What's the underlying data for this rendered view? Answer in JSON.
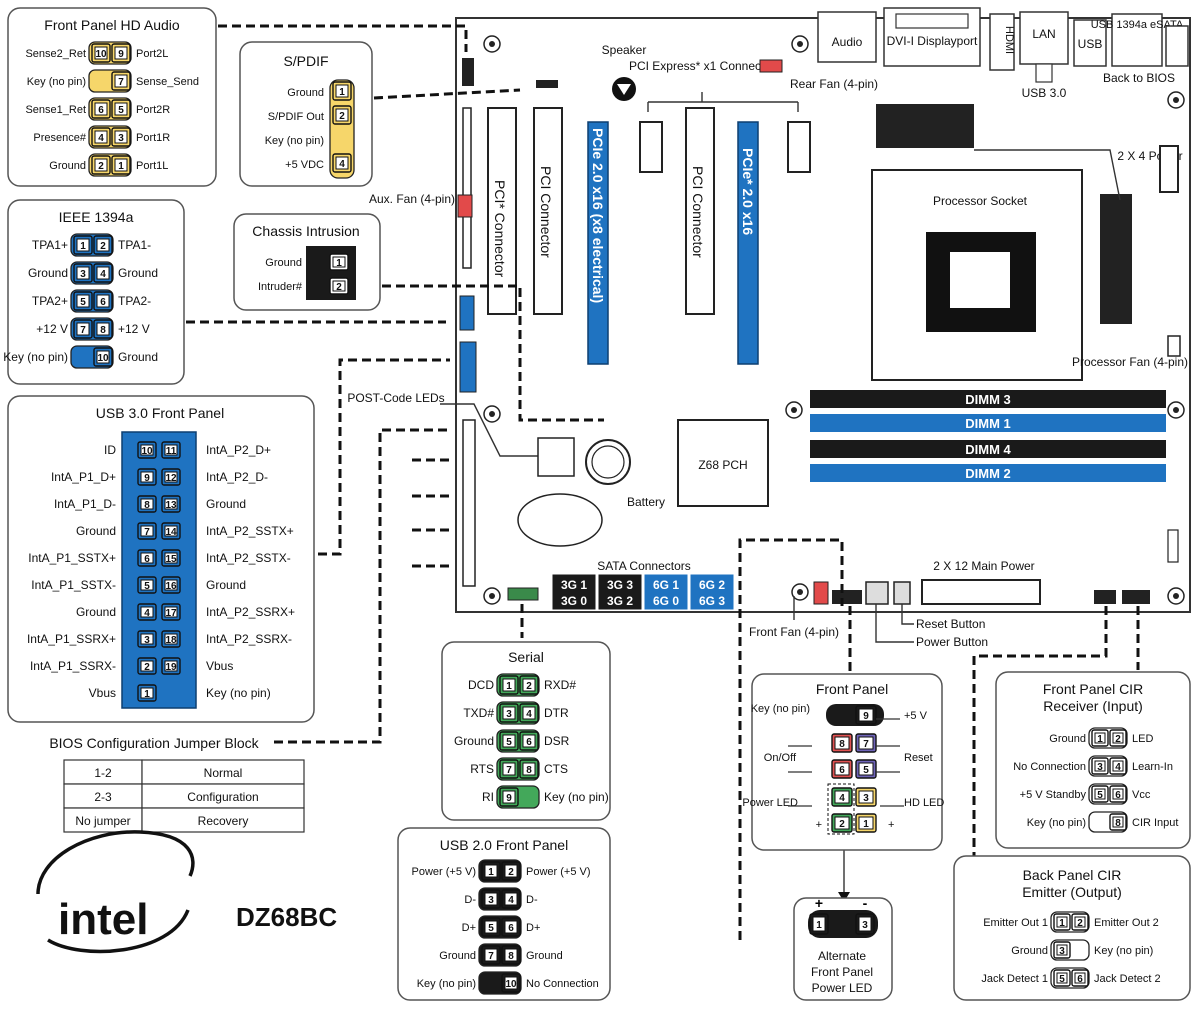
{
  "colors": {
    "yellow": "#f6d66a",
    "blue": "#1f73c1",
    "green": "#43a85a",
    "red": "#e05252",
    "purple": "#6f64b8",
    "black": "#1a1a1a",
    "red_connector": "#e24a4a"
  },
  "front_panel_hd_audio": {
    "title": "Front Panel HD Audio",
    "rows": [
      {
        "left": "Sense2_Ret",
        "p1": "10",
        "p2": "9",
        "right": "Port2L"
      },
      {
        "left": "Key (no pin)",
        "p1": "",
        "p2": "7",
        "right": "Sense_Send"
      },
      {
        "left": "Sense1_Ret",
        "p1": "6",
        "p2": "5",
        "right": "Port2R"
      },
      {
        "left": "Presence#",
        "p1": "4",
        "p2": "3",
        "right": "Port1R"
      },
      {
        "left": "Ground",
        "p1": "2",
        "p2": "1",
        "right": "Port1L"
      }
    ]
  },
  "spdif": {
    "title": "S/PDIF",
    "rows": [
      {
        "label": "Ground",
        "pin": "1"
      },
      {
        "label": "S/PDIF Out",
        "pin": "2"
      },
      {
        "label": "Key (no pin)",
        "pin": ""
      },
      {
        "label": "+5 VDC",
        "pin": "4"
      }
    ]
  },
  "ieee1394": {
    "title": "IEEE 1394a",
    "rows": [
      {
        "left": "TPA1+",
        "p1": "1",
        "p2": "2",
        "right": "TPA1-"
      },
      {
        "left": "Ground",
        "p1": "3",
        "p2": "4",
        "right": "Ground"
      },
      {
        "left": "TPA2+",
        "p1": "5",
        "p2": "6",
        "right": "TPA2-"
      },
      {
        "left": "+12 V",
        "p1": "7",
        "p2": "8",
        "right": "+12 V"
      },
      {
        "left": "Key (no pin)",
        "p1": "",
        "p2": "10",
        "right": "Ground"
      }
    ]
  },
  "chassis_intrusion": {
    "title": "Chassis Intrusion",
    "rows": [
      {
        "label": "Ground",
        "pin": "1"
      },
      {
        "label": "Intruder#",
        "pin": "2"
      }
    ]
  },
  "usb3_front": {
    "title": "USB 3.0 Front Panel",
    "rows": [
      {
        "left": "ID",
        "p1": "10",
        "p2": "11",
        "right": "IntA_P2_D+"
      },
      {
        "left": "IntA_P1_D+",
        "p1": "9",
        "p2": "12",
        "right": "IntA_P2_D-"
      },
      {
        "left": "IntA_P1_D-",
        "p1": "8",
        "p2": "13",
        "right": "Ground"
      },
      {
        "left": "Ground",
        "p1": "7",
        "p2": "14",
        "right": "IntA_P2_SSTX+"
      },
      {
        "left": "IntA_P1_SSTX+",
        "p1": "6",
        "p2": "15",
        "right": "IntA_P2_SSTX-"
      },
      {
        "left": "IntA_P1_SSTX-",
        "p1": "5",
        "p2": "16",
        "right": "Ground"
      },
      {
        "left": "Ground",
        "p1": "4",
        "p2": "17",
        "right": "IntA_P2_SSRX+"
      },
      {
        "left": "IntA_P1_SSRX+",
        "p1": "3",
        "p2": "18",
        "right": "IntA_P2_SSRX-"
      },
      {
        "left": "IntA_P1_SSRX-",
        "p1": "2",
        "p2": "19",
        "right": "Vbus"
      },
      {
        "left": "Vbus",
        "p1": "1",
        "p2": "",
        "right": "Key (no pin)"
      }
    ]
  },
  "bios_jumper": {
    "title": "BIOS Configuration Jumper Block",
    "rows": [
      {
        "setting": "1-2",
        "mode": "Normal"
      },
      {
        "setting": "2-3",
        "mode": "Configuration"
      },
      {
        "setting": "No jumper",
        "mode": "Recovery"
      }
    ]
  },
  "logo": {
    "brand": "intel",
    "model": "DZ68BC"
  },
  "serial": {
    "title": "Serial",
    "rows": [
      {
        "left": "DCD",
        "p1": "1",
        "p2": "2",
        "right": "RXD#"
      },
      {
        "left": "TXD#",
        "p1": "3",
        "p2": "4",
        "right": "DTR"
      },
      {
        "left": "Ground",
        "p1": "5",
        "p2": "6",
        "right": "DSR"
      },
      {
        "left": "RTS",
        "p1": "7",
        "p2": "8",
        "right": "CTS"
      },
      {
        "left": "RI",
        "p1": "9",
        "p2": "",
        "right": "Key (no pin)"
      }
    ]
  },
  "usb2_front": {
    "title": "USB 2.0 Front Panel",
    "rows": [
      {
        "left": "Power (+5 V)",
        "p1": "1",
        "p2": "2",
        "right": "Power (+5 V)"
      },
      {
        "left": "D-",
        "p1": "3",
        "p2": "4",
        "right": "D-"
      },
      {
        "left": "D+",
        "p1": "5",
        "p2": "6",
        "right": "D+"
      },
      {
        "left": "Ground",
        "p1": "7",
        "p2": "8",
        "right": "Ground"
      },
      {
        "left": "Key (no pin)",
        "p1": "",
        "p2": "10",
        "right": "No Connection"
      }
    ]
  },
  "front_panel": {
    "title": "Front Panel",
    "key_label": "Key (no pin)",
    "plus5": "+5 V",
    "onoff": "On/Off",
    "reset": "Reset",
    "power_led": "Power LED",
    "hd_led": "HD LED",
    "pins": [
      "9",
      "8",
      "7",
      "6",
      "5",
      "4",
      "3",
      "2",
      "1"
    ],
    "plus": "+",
    "minus": "-"
  },
  "alt_power_led": {
    "title": "Alternate Front Panel Power LED",
    "pins": [
      "1",
      "3"
    ],
    "plus": "+",
    "minus": "-"
  },
  "cir_receiver": {
    "title": "Front Panel CIR Receiver (Input)",
    "rows": [
      {
        "left": "Ground",
        "p1": "1",
        "p2": "2",
        "right": "LED"
      },
      {
        "left": "No Connection",
        "p1": "3",
        "p2": "4",
        "right": "Learn-In"
      },
      {
        "left": "+5 V Standby",
        "p1": "5",
        "p2": "6",
        "right": "Vcc"
      },
      {
        "left": "Key (no pin)",
        "p1": "",
        "p2": "8",
        "right": "CIR Input"
      }
    ]
  },
  "cir_emitter": {
    "title": "Back Panel CIR Emitter (Output)",
    "rows": [
      {
        "left": "Emitter Out 1",
        "p1": "1",
        "p2": "2",
        "right": "Emitter Out 2"
      },
      {
        "left": "Ground",
        "p1": "3",
        "p2": "",
        "right": "Key (no pin)"
      },
      {
        "left": "Jack Detect 1",
        "p1": "5",
        "p2": "6",
        "right": "Jack Detect 2"
      }
    ]
  },
  "board": {
    "io": {
      "audio": "Audio",
      "dvi": "DVI-I Displayport",
      "hdmi": "HDMI",
      "lan": "LAN",
      "usb": "USB",
      "usb1394": "USB 1394a eSATA",
      "usb30": "USB 3.0",
      "back_to_bios": "Back to BIOS"
    },
    "speaker": "Speaker",
    "pcie_x1": "PCI Express* x1 Connector",
    "rear_fan": "Rear Fan (4-pin)",
    "power_2x4": "2 X 4 Power",
    "aux_fan": "Aux. Fan (4-pin)",
    "processor_socket": "Processor Socket",
    "processor_fan": "Processor Fan (4-pin)",
    "slots": {
      "pci_a": "PCI* Connector",
      "pci_b": "PCI Connector",
      "pcie_x8": "PCIe 2.0 x16 (x8 electrical)",
      "pci_c": "PCI Connector",
      "pcie_x16": "PCIe* 2.0 x16"
    },
    "dimms": [
      "DIMM 3",
      "DIMM 1",
      "DIMM 4",
      "DIMM 2"
    ],
    "post_code": "POST-Code LEDs",
    "battery": "Battery",
    "pch": "Z68 PCH",
    "sata_title": "SATA Connectors",
    "sata": [
      {
        "top": "3G 1",
        "bottom": "3G 0",
        "color": "black"
      },
      {
        "top": "3G 3",
        "bottom": "3G 2",
        "color": "black"
      },
      {
        "top": "6G 1",
        "bottom": "6G 0",
        "color": "blue"
      },
      {
        "top": "6G 2",
        "bottom": "6G 3",
        "color": "blue"
      }
    ],
    "main_power": "2 X 12 Main Power",
    "front_fan": "Front Fan (4-pin)",
    "reset_button": "Reset Button",
    "power_button": "Power Button"
  }
}
